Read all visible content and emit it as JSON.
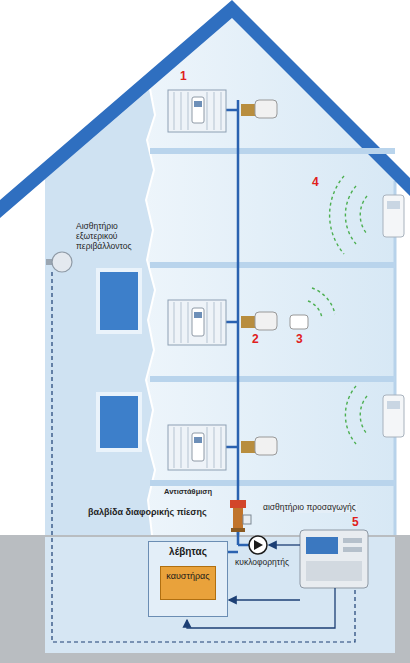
{
  "diagram": {
    "nodes": [
      {
        "text": [
          "λέβητας"
        ]
      },
      {
        "text": [
          "καυστήρας"
        ],
        "in": 0
      }
    ],
    "labels": [
      "Αισθητήριο εξωτερικού περιβάλλοντος",
      "1",
      "4",
      "2",
      "3",
      "Αντιστάθμιση",
      "αισθητήριο προσαγωγής",
      "βαλβίδα διαφορικής πίεσης",
      "κυκλοφορητής",
      "5"
    ]
  }
}
